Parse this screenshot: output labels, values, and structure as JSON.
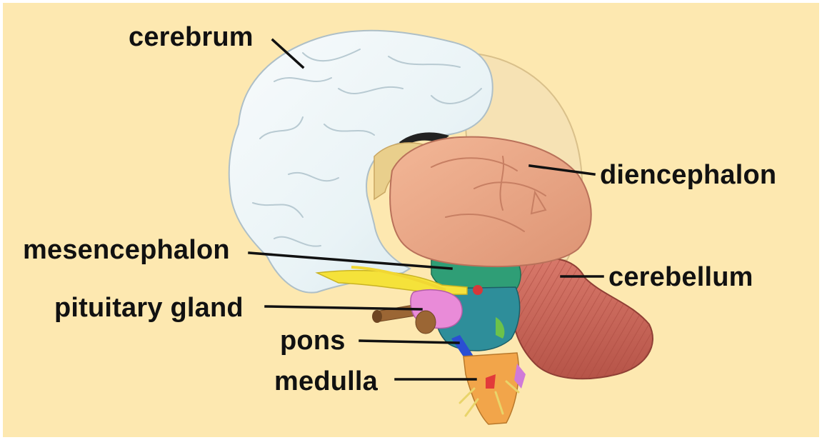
{
  "labels": {
    "cerebrum": "cerebrum",
    "diencephalon": "diencephalon",
    "mesencephalon": "mesencephalon",
    "cerebellum": "cerebellum",
    "pituitary_gland": "pituitary gland",
    "pons": "pons",
    "medulla": "medulla"
  },
  "colors": {
    "background": "#fde8b0",
    "cerebrum": "#eef5f8",
    "diencephalon": "#eaa587",
    "mesencephalon": "#2f9e76",
    "cerebellum": "#c96456",
    "pituitary": "#e98bd8",
    "pons": "#2e8e9a",
    "medulla": "#f2a54a",
    "optic_nerve": "#f5e23a",
    "leader_line": "#111111"
  }
}
